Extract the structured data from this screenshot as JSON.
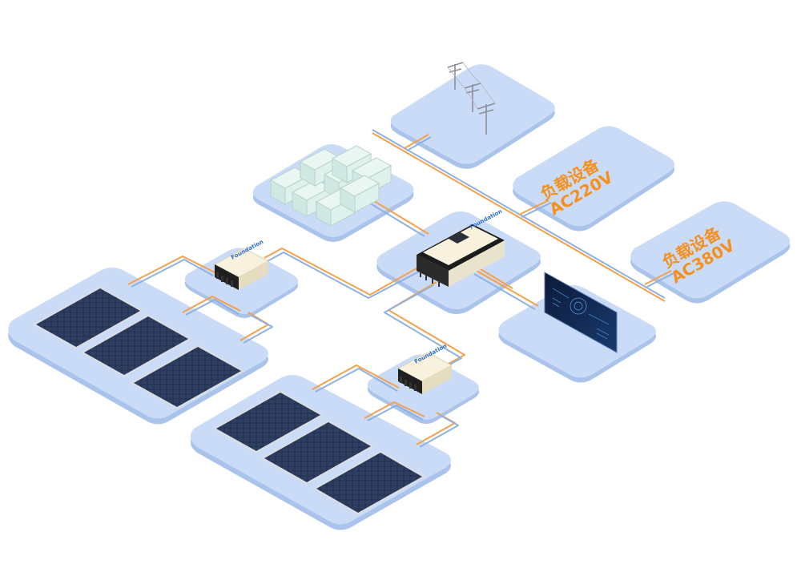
{
  "loads": [
    {
      "line1": "负载设备",
      "line2": "AC220V"
    },
    {
      "line1": "负载设备",
      "line2": "AC380V"
    }
  ],
  "brand": "Foundation",
  "colors": {
    "platform": "#c7d9f5",
    "platform_edge": "#a9c3ea",
    "cable_orange": "#f5a04a",
    "cable_blue": "#8fb1e0",
    "load_text": "#f5901e",
    "panel_cell": "#1e2a44",
    "device_body": "#f7f1de"
  },
  "icons": [
    "power-pole-icon",
    "battery-icon",
    "inverter-icon",
    "combiner-box-icon",
    "solar-panel-icon",
    "monitor-screen-icon"
  ]
}
